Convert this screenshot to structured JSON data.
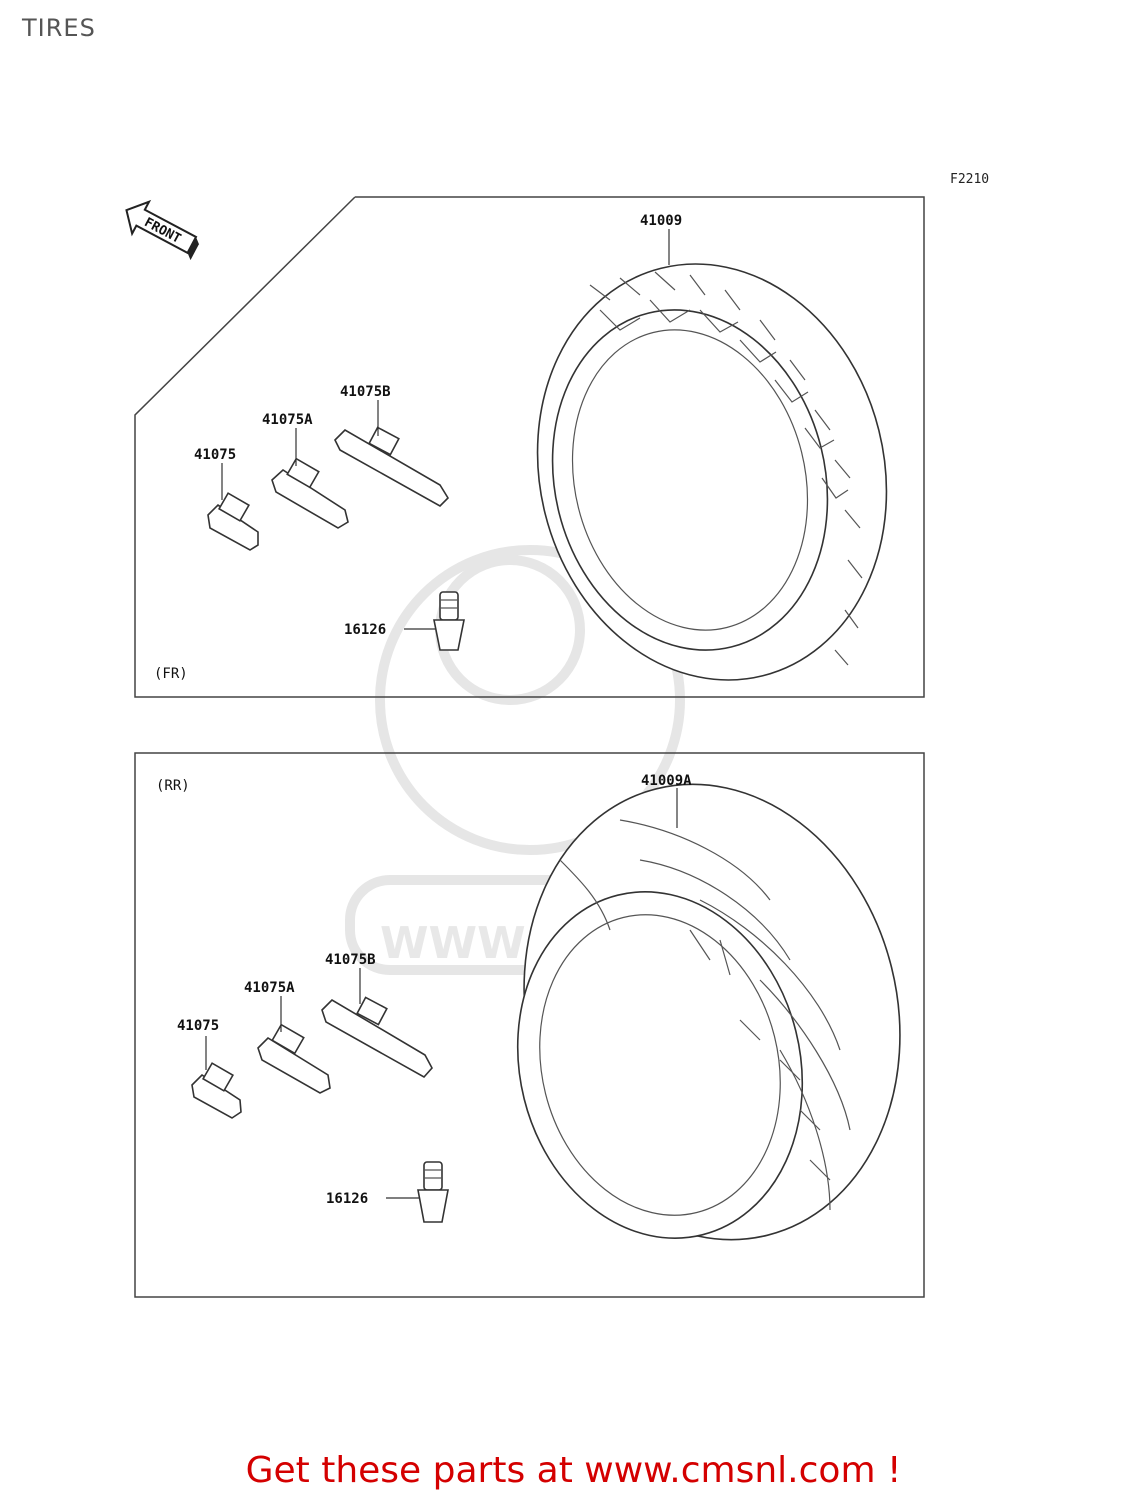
{
  "header": {
    "title": "TIRES",
    "figure_code": "F2210"
  },
  "front_marker": {
    "text": "FRONT",
    "icon": "front-direction-arrow"
  },
  "sections": [
    {
      "id": "front",
      "label": "(FR)",
      "parts": {
        "tire": "41009",
        "weight": "41075",
        "weight_a": "41075A",
        "weight_b": "41075B",
        "valve": "16126"
      }
    },
    {
      "id": "rear",
      "label": "(RR)",
      "parts": {
        "tire": "41009A",
        "weight": "41075",
        "weight_a": "41075A",
        "weight_b": "41075B",
        "valve": "16126"
      }
    }
  ],
  "watermark": {
    "text": "WWW.CMSNL.COM"
  },
  "footer": {
    "cta": "Get these parts at www.cmsnl.com !"
  }
}
